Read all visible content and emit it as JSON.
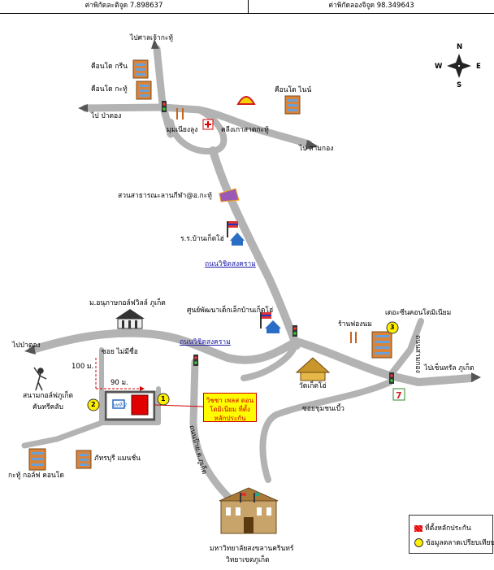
{
  "header": {
    "latitude": "ค่าพิกัดละติจูด 7.898637",
    "longitude": "ค่าพิกัดลองจิจูด 98.349643"
  },
  "compass": {
    "n": "N",
    "s": "S",
    "e": "E",
    "w": "W"
  },
  "labels": {
    "to_shrine": "ไปศาลเจ้ากะทู้",
    "condo_green": "คือนโด กรีน",
    "condo_kathu": "คือนโด กะทู้",
    "to_patong_top": "ไป ป่าตอง",
    "condo_nine": "คือนโด ไนน์",
    "bang_nieng": "มุมเนียงลูง",
    "kathu_hospital": "คลีงเกาสาดกะทู้",
    "to_samkong": "ไป สามกอง",
    "park": "สวนสาธารณะลานกีฬา@อ.กะทู้",
    "school_ketho": "ร.ร.บ้านเก็ตโฮ่",
    "road_wichit_top": "ถนนวิชิตสงคราม",
    "child_center": "ศูนย์พัฒนาเด็กเล็กบ้านเก็ตโฮ่",
    "anuphas": "ม.อนุภาษกอล์ฟวิลล์ ภูเก็ต",
    "to_patong_left": "ไปป่าตอง",
    "road_wichit_mid": "ถนนวิชิตสงคราม",
    "soi": "ซอย ไม่มีชื่อ",
    "dist_100": "100 ม.",
    "dist_90": "90 ม.",
    "golf_1": "สนามกอล์ฟภูเก็ต",
    "golf_2": "คันทรีคลับ",
    "ban_kharom": "ร้านฟองนม",
    "the_lake": "เดอะซีนคอนโดมิเนียม",
    "road_right": "ถนนสามกอง",
    "wat_ketho": "วัดเก็ตโฮ่",
    "to_phuket": "ไปเซ็นทรัล ภูเก็ต",
    "soi_bottom": "ซอยชุมชนเบี้ว",
    "road_bottom": "ถนนป้าย.ด.ภูเก็ต",
    "kathu_golf_condo": "กะทู้ กอล์ฟ คอนโด",
    "pattaya_mansion": "ภัทรบุรี แมนชั่น",
    "university_1": "มหาวิทยาลัยสงขลานครินทร์",
    "university_2": "วิทยาเขตภูเก็ต",
    "callout": "วิชชา เพลส ดอนโดมิเนียม ที่ตั้งหลักประกัน",
    "marker1": "1",
    "marker2": "2",
    "marker3": "3",
    "building_tag": "บทที่ 2"
  },
  "legend": {
    "collateral": "ที่ตั้งหลักประกัน",
    "market_comp": "ข้อมูลตลาดเปรียบเทียบ"
  },
  "colors": {
    "road": "#b3b3b3",
    "marker": "#ffef00",
    "collateral": "#e00000",
    "callout_bg": "#fffc00"
  }
}
